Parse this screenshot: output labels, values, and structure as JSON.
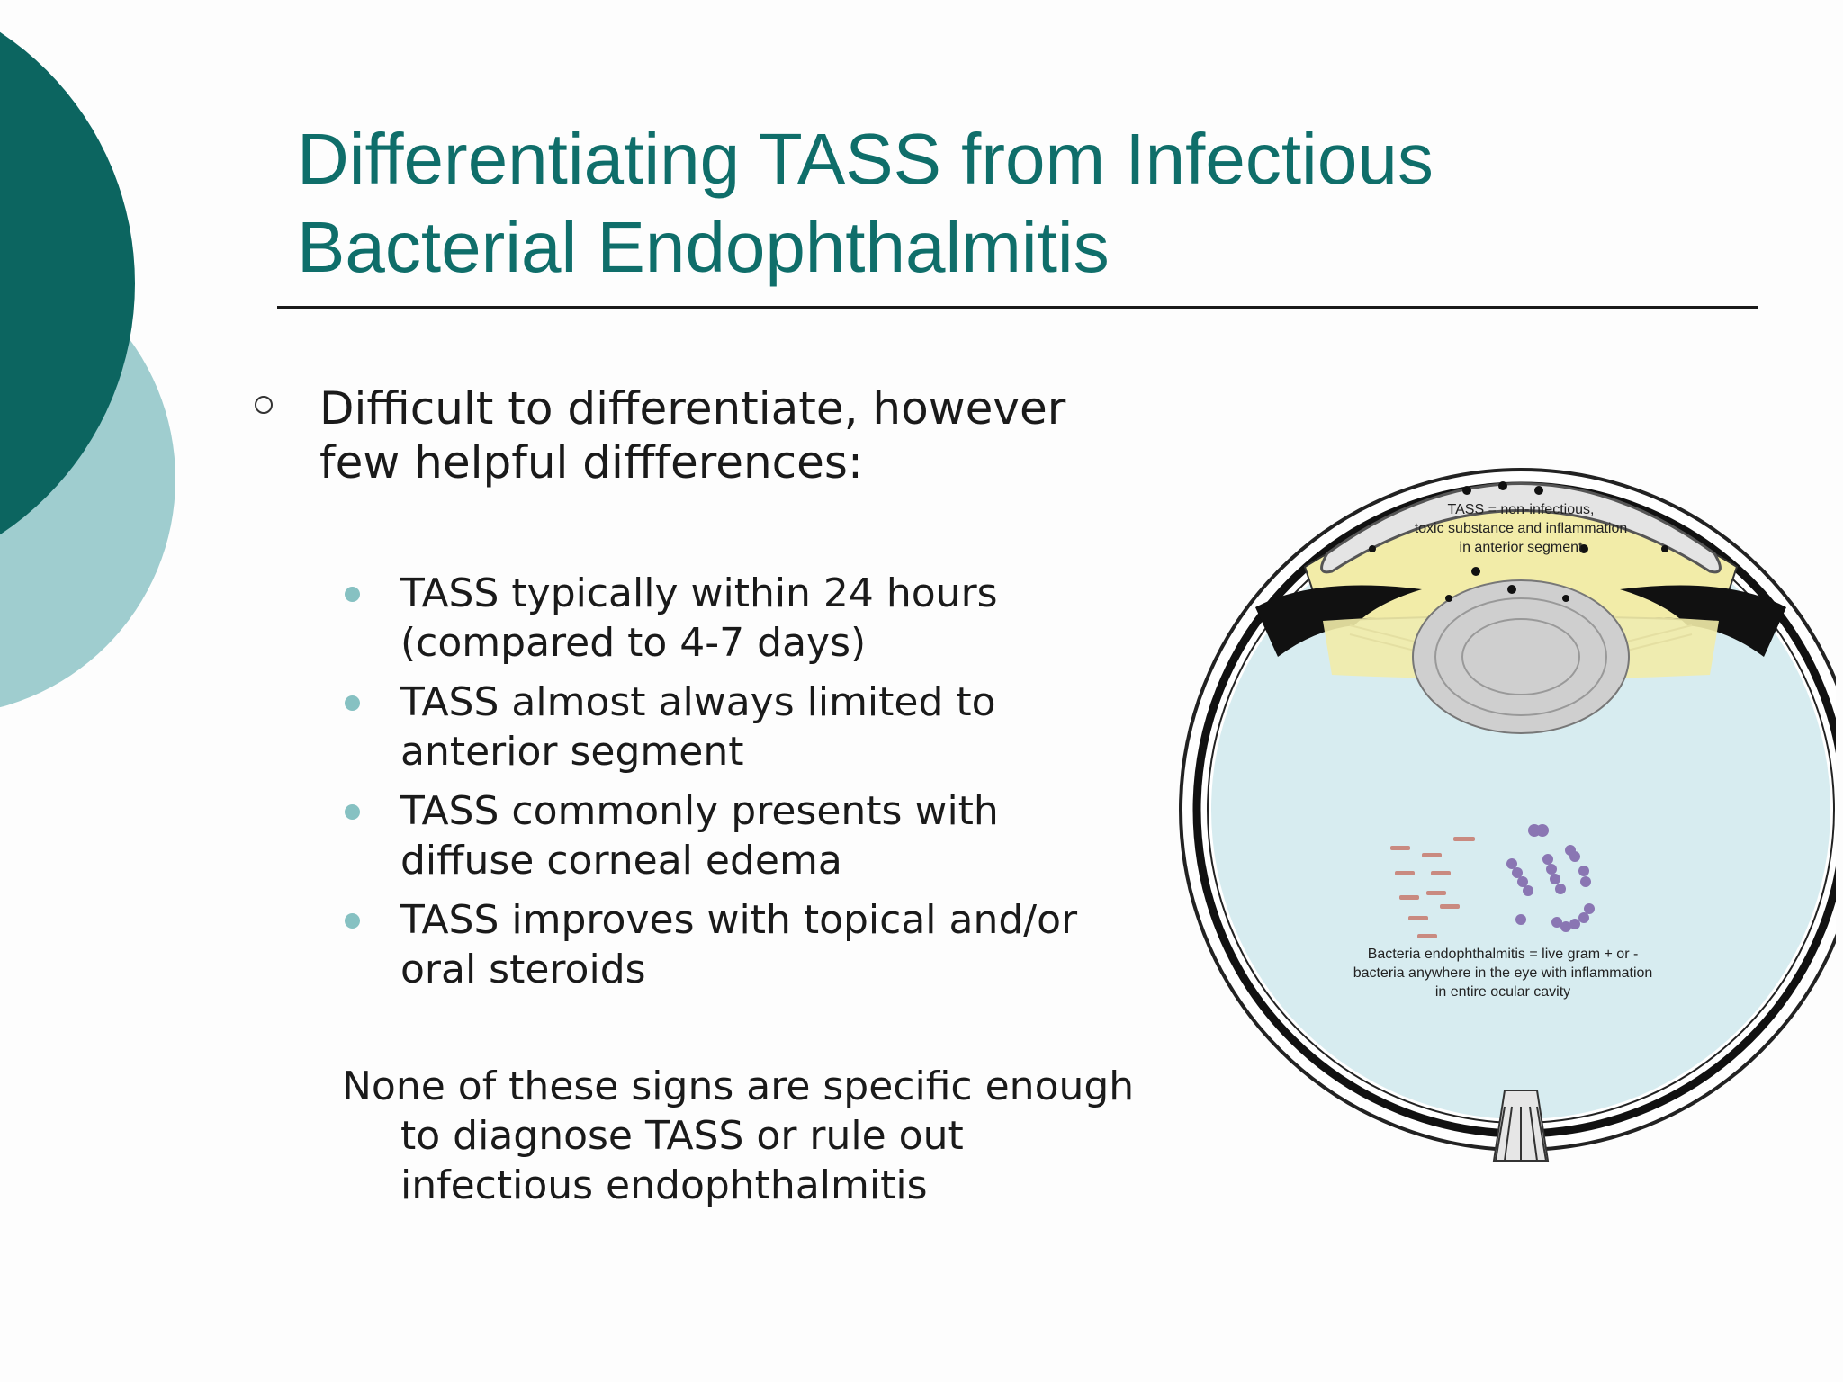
{
  "slide": {
    "title_lines": [
      "Differentiating TASS from Infectious",
      "Bacterial Endophthalmitis"
    ],
    "main_bullet_lines": [
      "Difficult to differentiate, however",
      "few helpful diffferences:"
    ],
    "sub_bullets": [
      {
        "lines": [
          "TASS typically within 24 hours",
          "(compared to 4-7 days)"
        ]
      },
      {
        "lines": [
          "TASS almost always limited to",
          "anterior segment"
        ]
      },
      {
        "lines": [
          "TASS commonly presents with",
          "diffuse corneal edema"
        ]
      },
      {
        "lines": [
          "TASS improves with topical and/or",
          "oral steroids"
        ]
      }
    ],
    "note_lines": [
      "None of these signs are specific enough",
      "to diagnose TASS or rule out",
      "infectious endophthalmitis"
    ]
  },
  "figure": {
    "top_label_lines": [
      "TASS = non-infectious,",
      "toxic substance and inflammation",
      "in anterior segment"
    ],
    "bottom_label_lines": [
      "Bacteria endophthalmitis = live gram + or -",
      "bacteria anywhere in the eye with inflammation",
      "in entire ocular cavity"
    ]
  },
  "colors": {
    "title": "#0f6e6a",
    "deco_dark": "#0c6560",
    "deco_light": "#9fcdcf",
    "bullet_dot": "#86c1c2",
    "vitreous": "#d7ecf0",
    "anterior_chamber": "#f2eca8",
    "rod_bacteria": "#c98a80",
    "cocci_bacteria": "#8a76b3"
  }
}
